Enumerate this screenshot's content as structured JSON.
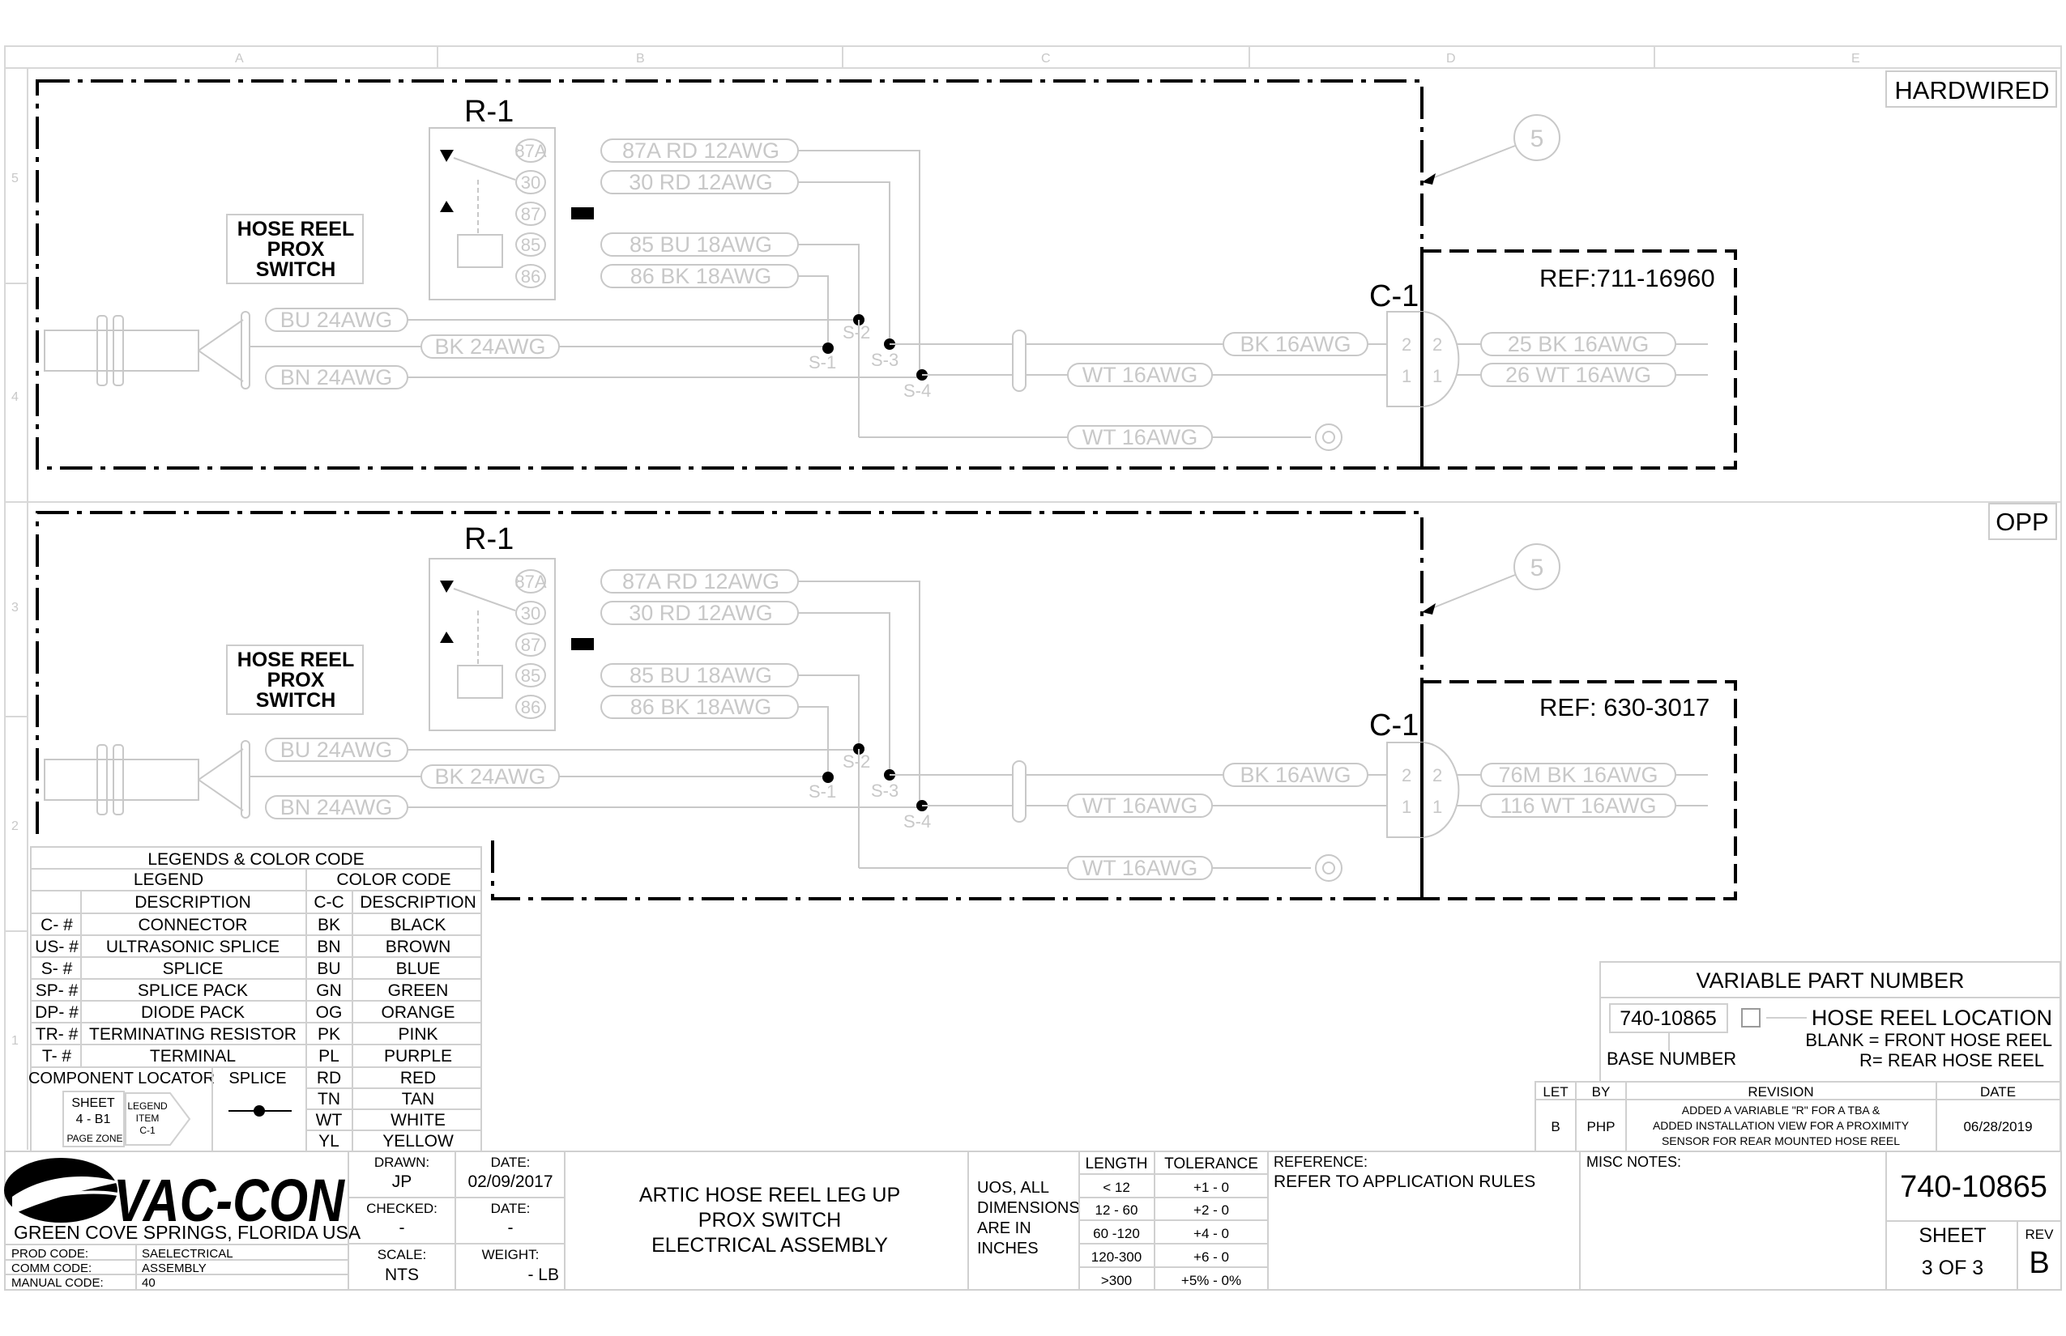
{
  "grid": {
    "columns": [
      "A",
      "B",
      "C",
      "D",
      "E"
    ],
    "rows": [
      "5",
      "4",
      "3",
      "2",
      "1"
    ]
  },
  "panel_top": {
    "label": "HARDWIRED",
    "relay": "R-1",
    "switch_label": [
      "HOSE REEL",
      "PROX",
      "SWITCH"
    ],
    "relay_pins": [
      "87A",
      "30",
      "87",
      "85",
      "86"
    ],
    "relay_wires": [
      "87A  RD  12AWG",
      "30  RD  12AWG",
      "85  BU  18AWG",
      "86  BK  18AWG"
    ],
    "sensor_wires": [
      "BU  24AWG",
      "BK  24AWG",
      "BN  24AWG"
    ],
    "splices": [
      "S-1",
      "S-2",
      "S-3",
      "S-4"
    ],
    "harness_wires": [
      "BK  16AWG",
      "WT  16AWG",
      "WT  16AWG"
    ],
    "connector": "C-1",
    "connector_pins": [
      "2",
      "1"
    ],
    "ref": "REF:711-16960",
    "ref_wires": [
      "25  BK  16AWG",
      "26  WT  16AWG"
    ],
    "callout": "5"
  },
  "panel_bottom": {
    "label": "OPP",
    "relay": "R-1",
    "switch_label": [
      "HOSE REEL",
      "PROX",
      "SWITCH"
    ],
    "relay_pins": [
      "87A",
      "30",
      "87",
      "85",
      "86"
    ],
    "relay_wires": [
      "87A  RD  12AWG",
      "30  RD  12AWG",
      "85  BU  18AWG",
      "86  BK  18AWG"
    ],
    "sensor_wires": [
      "BU  24AWG",
      "BK  24AWG",
      "BN  24AWG"
    ],
    "splices": [
      "S-1",
      "S-2",
      "S-3",
      "S-4"
    ],
    "harness_wires": [
      "BK  16AWG",
      "WT  16AWG",
      "WT  16AWG"
    ],
    "connector": "C-1",
    "connector_pins": [
      "2",
      "1"
    ],
    "ref": "REF: 630-3017",
    "ref_wires": [
      "76M  BK  16AWG",
      "116  WT  16AWG"
    ],
    "callout": "5"
  },
  "legend": {
    "title": "LEGENDS & COLOR CODE",
    "legend_header": "LEGEND",
    "color_header": "COLOR CODE",
    "description_header": "DESCRIPTION",
    "cc_header": "C-C",
    "cc_description_header": "DESCRIPTION",
    "legend_rows": [
      {
        "code": "C- #",
        "desc": "CONNECTOR"
      },
      {
        "code": "US- #",
        "desc": "ULTRASONIC SPLICE"
      },
      {
        "code": "S- #",
        "desc": "SPLICE"
      },
      {
        "code": "SP- #",
        "desc": "SPLICE PACK"
      },
      {
        "code": "DP- #",
        "desc": "DIODE PACK"
      },
      {
        "code": "TR- #",
        "desc": "TERMINATING RESISTOR"
      },
      {
        "code": "T- #",
        "desc": "TERMINAL"
      }
    ],
    "color_rows": [
      {
        "cc": "BK",
        "desc": "BLACK"
      },
      {
        "cc": "BN",
        "desc": "BROWN"
      },
      {
        "cc": "BU",
        "desc": "BLUE"
      },
      {
        "cc": "GN",
        "desc": "GREEN"
      },
      {
        "cc": "OG",
        "desc": "ORANGE"
      },
      {
        "cc": "PK",
        "desc": "PINK"
      },
      {
        "cc": "PL",
        "desc": "PURPLE"
      },
      {
        "cc": "RD",
        "desc": "RED"
      },
      {
        "cc": "TN",
        "desc": "TAN"
      },
      {
        "cc": "WT",
        "desc": "WHITE"
      },
      {
        "cc": "YL",
        "desc": "YELLOW"
      }
    ],
    "component_locator": "COMPONENT LOCATOR",
    "splice": "SPLICE",
    "locator_sheet": "SHEET",
    "locator_value": "4  -  B1",
    "locator_zone": "PAGE ZONE",
    "locator_item": [
      "LEGEND",
      "ITEM",
      "C-1"
    ]
  },
  "variable_part": {
    "title": "VARIABLE PART NUMBER",
    "base_number": "740-10865",
    "base_label": "BASE NUMBER",
    "location_title": "HOSE REEL LOCATION",
    "location_blank": "BLANK = FRONT HOSE REEL",
    "location_r": "R= REAR HOSE REEL"
  },
  "revision": {
    "headers": [
      "LET",
      "BY",
      "REVISION",
      "DATE"
    ],
    "let": "B",
    "by": "PHP",
    "text": [
      "ADDED A VARIABLE \"R\" FOR A TBA &",
      "ADDED INSTALLATION VIEW FOR A PROXIMITY",
      "SENSOR FOR REAR MOUNTED HOSE REEL"
    ],
    "date": "06/28/2019"
  },
  "title_block": {
    "company": "VAC-CON",
    "location": "GREEN COVE SPRINGS, FLORIDA USA",
    "prod_code_label": "PROD CODE:",
    "prod_code": "SAELECTRICAL",
    "comm_code_label": "COMM CODE:",
    "comm_code": "ASSEMBLY",
    "manual_code_label": "MANUAL CODE:",
    "manual_code": "40",
    "drawn_label": "DRAWN:",
    "drawn": "JP",
    "date_label": "DATE:",
    "date": "02/09/2017",
    "checked_label": "CHECKED:",
    "checked": "-",
    "checked_date_label": "DATE:",
    "checked_date": "-",
    "scale_label": "SCALE:",
    "scale": "NTS",
    "weight_label": "WEIGHT:",
    "weight": "- LB",
    "title": [
      "ARTIC HOSE REEL LEG UP",
      "PROX SWITCH",
      "ELECTRICAL ASSEMBLY"
    ],
    "uos": [
      "UOS, ALL",
      "DIMENSIONS",
      "ARE IN",
      "INCHES"
    ],
    "length_header": "LENGTH",
    "tolerance_header": "TOLERANCE",
    "tolerance_rows": [
      {
        "length": "< 12",
        "tol": "+1 - 0"
      },
      {
        "length": "12 - 60",
        "tol": "+2 - 0"
      },
      {
        "length": "60 -120",
        "tol": "+4 - 0"
      },
      {
        "length": "120-300",
        "tol": "+6 - 0"
      },
      {
        "length": ">300",
        "tol": "+5% - 0%"
      }
    ],
    "reference_label": "REFERENCE:",
    "reference": "REFER TO APPLICATION RULES",
    "misc_label": "MISC NOTES:",
    "part_number": "740-10865",
    "sheet_label": "SHEET",
    "sheet": "3 OF 3",
    "rev_label": "REV",
    "rev": "B"
  }
}
